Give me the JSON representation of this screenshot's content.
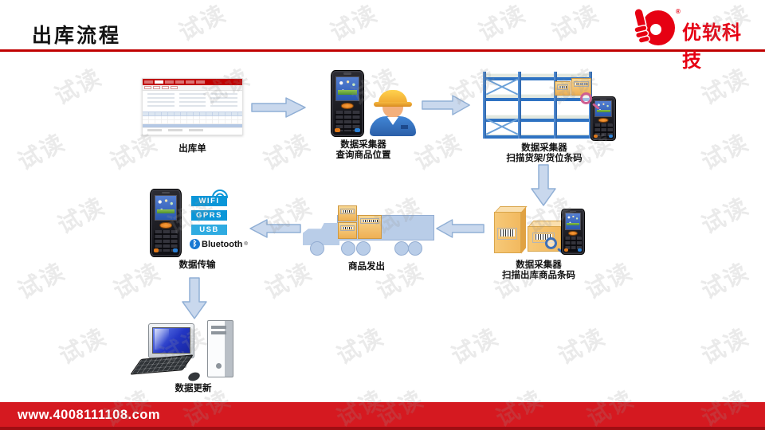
{
  "header": {
    "title": "出库流程",
    "logo_text": "优软科技",
    "logo_reg_mark": "®"
  },
  "flow": {
    "steps": [
      {
        "label1": "出库单"
      },
      {
        "label1": "数据采集器",
        "label2": "查询商品位置"
      },
      {
        "label1": "数据采集器",
        "label2": "扫描货架/货位条码"
      },
      {
        "label1": "数据采集器",
        "label2": "扫描出库商品条码"
      },
      {
        "label1": "商品发出"
      },
      {
        "label1": "数据传输"
      },
      {
        "label1": "数据更新"
      }
    ],
    "badges": {
      "wifi": "WIFI",
      "gprs": "GPRS",
      "usb": "USB",
      "bluetooth": "Bluetooth",
      "bluetooth_reg": "®"
    }
  },
  "footer": {
    "url": "www.4008111108.com"
  },
  "watermark": {
    "text": "试读"
  },
  "colors": {
    "accent_red": "#c00000",
    "logo_red": "#e60012",
    "footer_red": "#d51920",
    "footer_red_dark": "#9f0e13",
    "arrow_fill": "#c9d8ed",
    "arrow_border": "#90afd5",
    "badge_blue": "#0a96d8",
    "box_orange": "#f2b95f",
    "rack_blue": "#2e72c2",
    "truck_blue": "#b9cde8"
  }
}
